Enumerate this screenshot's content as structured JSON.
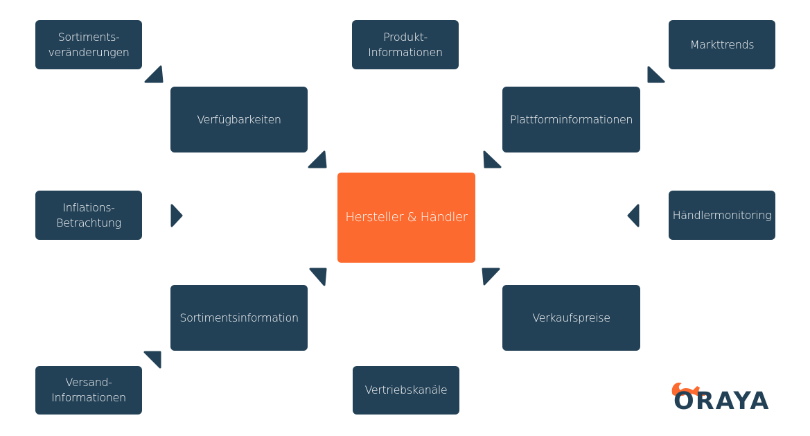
{
  "center": {
    "label": "Hersteller & Händler"
  },
  "nodes": {
    "sortimentsveraenderungen": {
      "label": "Sortiments-\nveränderungen"
    },
    "produkt_informationen": {
      "label": "Produkt-\nInformationen"
    },
    "markttrends": {
      "label": "Markttrends"
    },
    "verfuegbarkeiten": {
      "label": "Verfügbarkeiten"
    },
    "plattforminformationen": {
      "label": "Plattforminformationen"
    },
    "inflations_betrachtung": {
      "label": "Inflations-\nBetrachtung"
    },
    "haendlermonitoring": {
      "label": "Händlermonitoring"
    },
    "sortimentsinformation": {
      "label": "Sortimentsinformation"
    },
    "verkaufspreise": {
      "label": "Verkaufspreise"
    },
    "versand_informationen": {
      "label": "Versand-\nInformationen"
    },
    "vertriebskanaele": {
      "label": "Vertriebskanäle"
    }
  },
  "logo": {
    "text": "ORAYA"
  },
  "colors": {
    "node": "#234156",
    "center": "#fc6a2f",
    "background": "#ffffff"
  }
}
